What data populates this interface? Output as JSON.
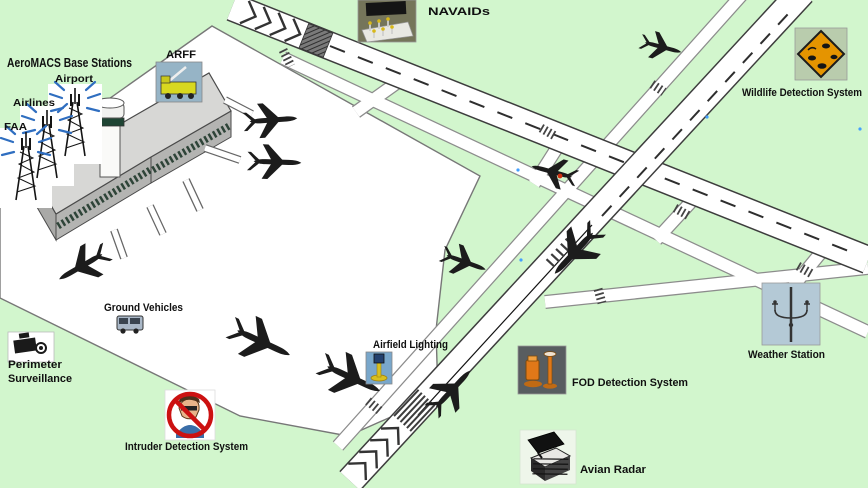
{
  "diagram": {
    "title": "AeroMACS Base Stations",
    "stations": {
      "airport": "Airport",
      "airlines": "Airlines",
      "faa": "FAA"
    },
    "systems": {
      "arff": "ARFF",
      "navaids": "NAVAIDs",
      "wildlife": "Wildlife Detection System",
      "ground_vehicles": "Ground Vehicles",
      "perimeter_1": "Perimeter",
      "perimeter_2": "Surveillance",
      "intruder": "Intruder Detection System",
      "airfield_lighting": "Airfield Lighting",
      "fod": "FOD Detection System",
      "weather": "Weather Station",
      "avian_radar": "Avian Radar"
    },
    "colors": {
      "background": "#d2f6cd",
      "pavement": "#ffffff",
      "runway_edge": "#3d3d3d",
      "taxiway_edge": "#8c8c8c",
      "terminal_roof": "#d7d7d5",
      "signal_blue": "#2f6ec0",
      "warning_orange": "#e59400",
      "prohibition_red": "#cc1111"
    }
  }
}
